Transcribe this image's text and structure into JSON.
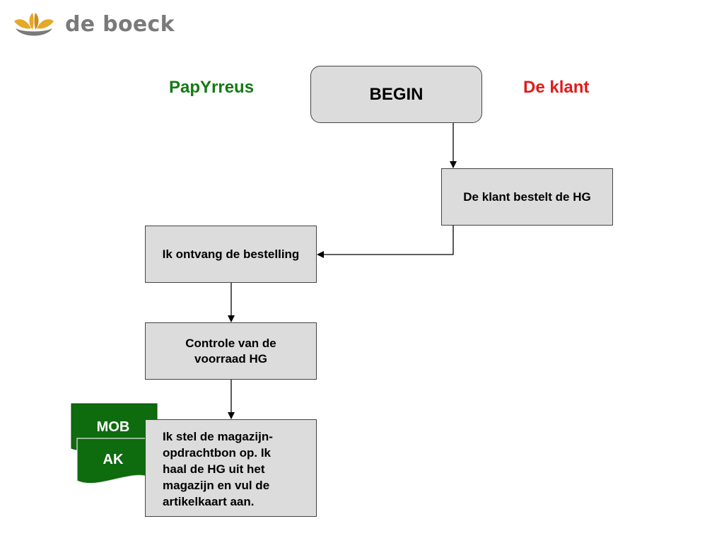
{
  "logo": {
    "name": "de boeck"
  },
  "lanes": {
    "left": "PapYrreus",
    "right": "De klant"
  },
  "flow": {
    "begin": "BEGIN",
    "step1": "De klant bestelt de HG",
    "step2": "Ik ontvang de bestelling",
    "step3": "Controle van de voorraad HG",
    "step4": "Ik stel de magazijn-opdrachtbon op. Ik haal de HG uit het magazijn en vul de artikelkaart aan."
  },
  "documents": {
    "doc1": "MOB",
    "doc2": "AK"
  },
  "colors": {
    "box_fill": "#dcdcdc",
    "doc_fill": "#0e6b0e",
    "lane_left": "#137a13",
    "lane_right": "#e01b1b",
    "logo_gold": "#e5a828",
    "logo_gray": "#7a7a7a"
  }
}
